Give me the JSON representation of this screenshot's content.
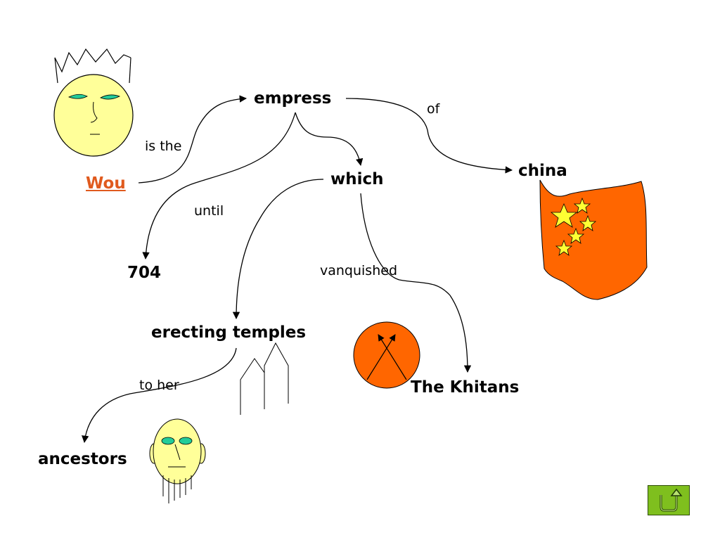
{
  "nodes": {
    "wou": "Wou",
    "empress": "empress",
    "china": "china",
    "which": "which",
    "year": "704",
    "erecting_temples": "erecting temples",
    "khitans": "The Khitans",
    "ancestors": "ancestors"
  },
  "edges": {
    "is_the": "is the",
    "of": "of",
    "until": "until",
    "vanquished": "vanquished",
    "to_her": "to her"
  },
  "colors": {
    "link": "#e05a1e",
    "flag_orange": "#ff6600",
    "star_yellow": "#ffff33",
    "face_fill": "#ffff99",
    "eye_teal": "#22cc99",
    "button_green": "#7fbf1e"
  },
  "icons": {
    "crowned_face": "crowned-face-icon",
    "china_flag": "china-flag-icon",
    "crossed_arrows": "crossed-arrows-icon",
    "temple": "temple-icon",
    "ancestor_face": "ancestor-face-icon",
    "back": "u-turn-back-icon"
  }
}
